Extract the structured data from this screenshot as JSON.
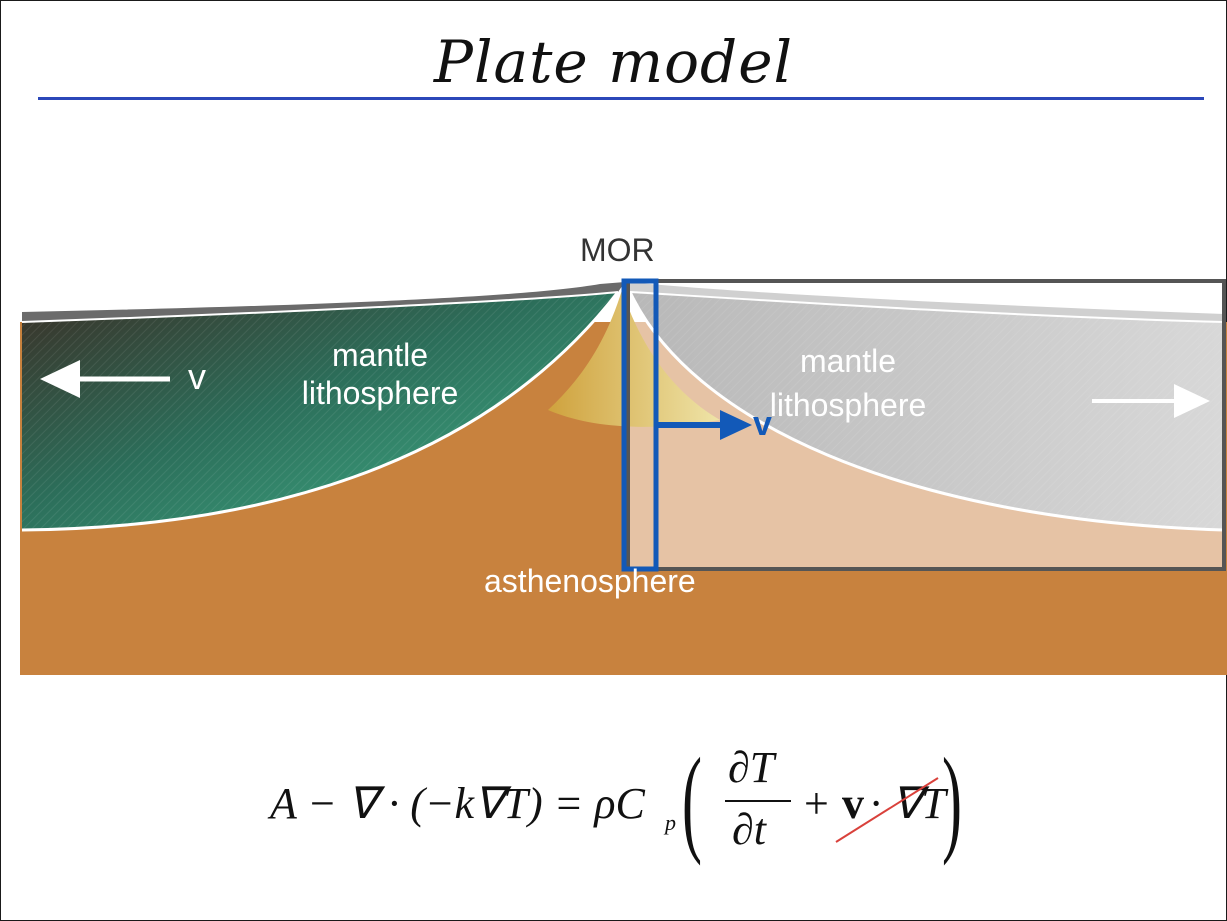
{
  "title": "Plate model",
  "labels": {
    "mor": "MOR",
    "left_lithosphere": "mantle\nlithosphere",
    "right_lithosphere": "mantle\nlithosphere",
    "asthenosphere": "asthenosphere",
    "left_velocity": "v",
    "blue_velocity": "v"
  },
  "equation": {
    "lhs": "A − ∇ · (−k∇T) = ρC",
    "subscript": "p",
    "partial_num": "∂T",
    "partial_den": "∂t",
    "advection_v": "v",
    "advection_rest": "· ∇T"
  },
  "colors": {
    "title_rule": "#2b47b9",
    "asthenosphere": "#c8823e",
    "lithosphere_left_dark": "#3a3328",
    "lithosphere_left_light": "#3fb08a",
    "lithosphere_right": "#c8c8c8",
    "model_box": "#1259b8",
    "strike": "#d9413b",
    "ridge_melt": "#d4b04a"
  }
}
